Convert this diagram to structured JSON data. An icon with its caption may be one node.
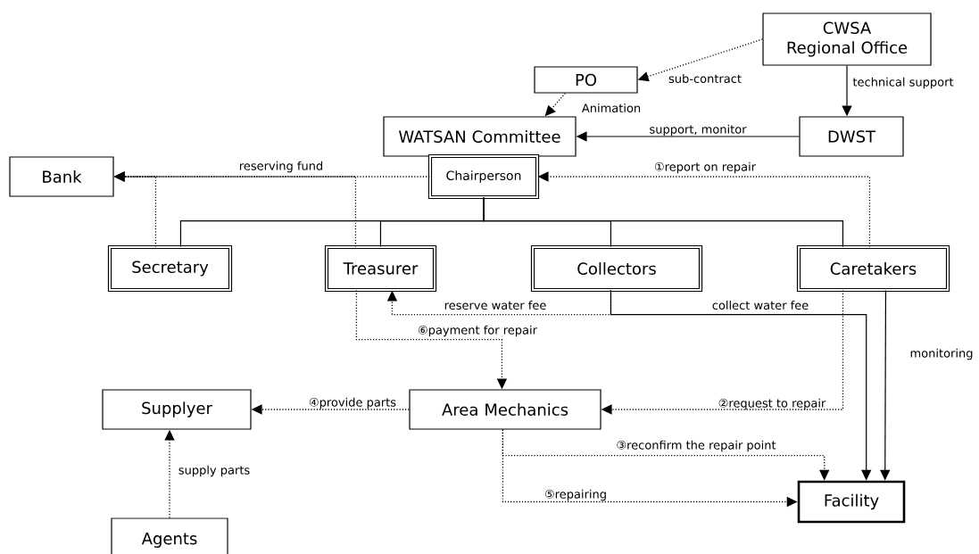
{
  "diagram": {
    "nodes": [
      {
        "text": [
          "CWSA Regional Office"
        ]
      },
      {
        "text": [
          "PO"
        ]
      },
      {
        "text": [
          "WATSAN Committee"
        ]
      },
      {
        "text": [
          "Chairperson"
        ]
      },
      {
        "text": [
          "DWST"
        ]
      },
      {
        "text": [
          "Bank"
        ]
      },
      {
        "text": [
          "Secretary"
        ]
      },
      {
        "text": [
          "Treasurer"
        ]
      },
      {
        "text": [
          "Collectors"
        ]
      },
      {
        "text": [
          "Caretakers"
        ]
      },
      {
        "text": [
          "Area Mechanics"
        ]
      },
      {
        "text": [
          "Supplyer"
        ]
      },
      {
        "text": [
          "Agents"
        ]
      },
      {
        "text": [
          "Facility"
        ]
      }
    ],
    "edges": [
      {
        "from": 0,
        "to": 1,
        "arrow": "to",
        "style": "dashed",
        "label": "sub-contract"
      },
      {
        "from": 1,
        "to": 2,
        "arrow": "to",
        "style": "dashed",
        "label": "Animation"
      },
      {
        "from": 0,
        "to": 4,
        "arrow": "to",
        "label": "technical support"
      },
      {
        "from": 4,
        "to": 2,
        "arrow": "to",
        "label": "support, monitor"
      },
      {
        "from": 3,
        "to": 5,
        "arrow": "to",
        "style": "dashed",
        "label": "reserving fund"
      },
      {
        "from": 6,
        "to": 5,
        "arrow": "to",
        "style": "dashed"
      },
      {
        "from": 7,
        "to": 5,
        "arrow": "to",
        "style": "dashed"
      },
      {
        "from": 9,
        "to": 3,
        "arrow": "to",
        "style": "dashed",
        "label": "①report on repair"
      },
      {
        "from": 3,
        "to": 6,
        "arrow": "none"
      },
      {
        "from": 3,
        "to": 7,
        "arrow": "none"
      },
      {
        "from": 3,
        "to": 8,
        "arrow": "none"
      },
      {
        "from": 3,
        "to": 9,
        "arrow": "none"
      },
      {
        "from": 8,
        "to": 7,
        "arrow": "to",
        "style": "dashed",
        "label": "reserve water fee"
      },
      {
        "from": 8,
        "to": 13,
        "arrow": "to",
        "label": "collect water fee"
      },
      {
        "from": 7,
        "to": 10,
        "arrow": "to",
        "style": "dashed",
        "label": "⑥payment for repair"
      },
      {
        "from": 9,
        "to": 10,
        "arrow": "to",
        "style": "dashed",
        "label": "②request to repair"
      },
      {
        "from": 9,
        "to": 13,
        "arrow": "to",
        "label": "monitoring"
      },
      {
        "from": 10,
        "to": 11,
        "arrow": "to",
        "style": "dashed",
        "label": "④provide parts"
      },
      {
        "from": 10,
        "to": 13,
        "arrow": "to",
        "style": "dashed",
        "label": "③reconfirm the repair point"
      },
      {
        "from": 10,
        "to": 13,
        "arrow": "to",
        "style": "dashed",
        "label": "⑤repairing"
      },
      {
        "from": 12,
        "to": 11,
        "arrow": "to",
        "style": "dashed",
        "label": "supply parts"
      }
    ]
  }
}
